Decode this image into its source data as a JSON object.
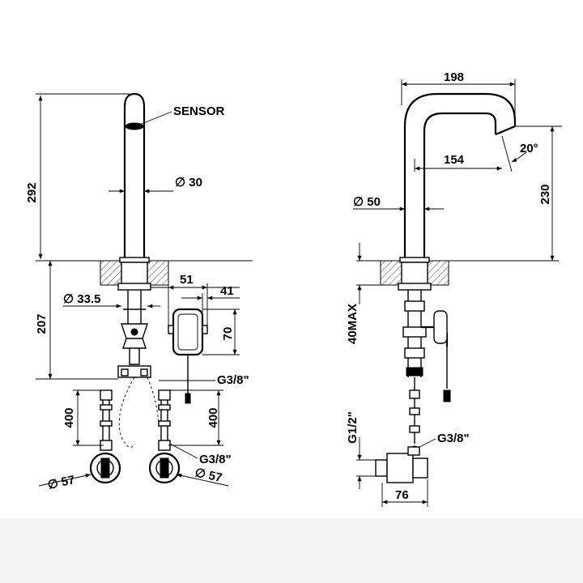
{
  "labels": {
    "sensor": "SENSOR",
    "d30": "30",
    "h292": "292",
    "d33_5": "33.5",
    "w51": "51",
    "w41": "41",
    "h207": "207",
    "h70": "70",
    "g38_top": "G3/8\"",
    "h400_left": "400",
    "h400_right": "400",
    "g38_bottom": "G3/8\"",
    "d57_left": "57",
    "d57_right": "57",
    "w198": "198",
    "angle20": "20°",
    "w154": "154",
    "d50": "50",
    "h230": "230",
    "h40max": "40MAX",
    "g12": "G1/2\"",
    "g38_side": "G3/8\"",
    "w76": "76"
  }
}
